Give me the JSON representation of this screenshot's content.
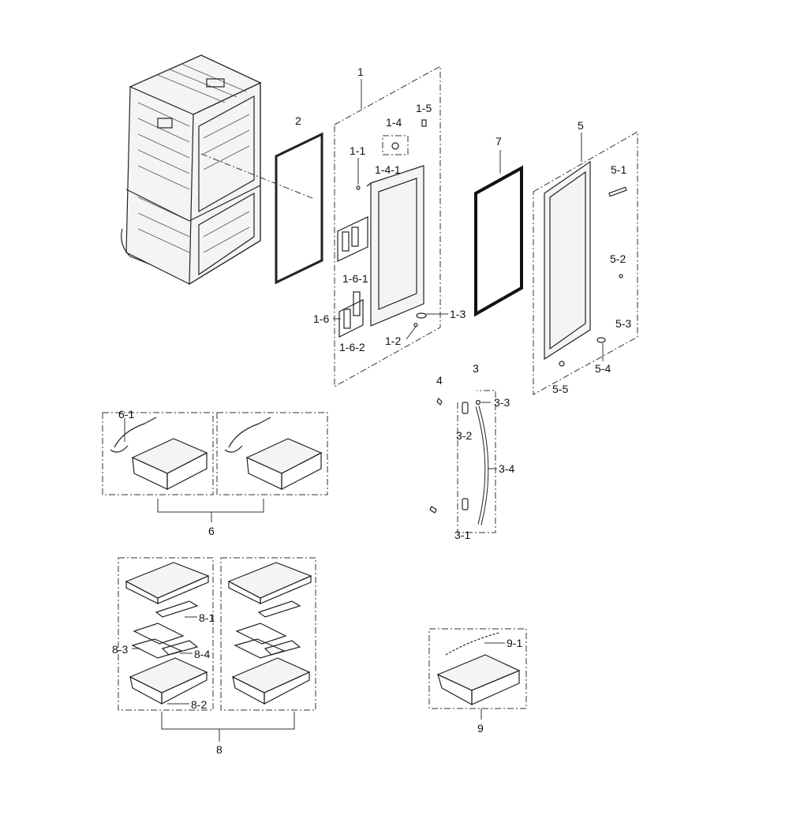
{
  "diagram": {
    "labels": {
      "l1": "1",
      "l1_1": "1-1",
      "l1_2": "1-2",
      "l1_3": "1-3",
      "l1_4": "1-4",
      "l1_4_1": "1-4-1",
      "l1_5": "1-5",
      "l1_6": "1-6",
      "l1_6_1": "1-6-1",
      "l1_6_2": "1-6-2",
      "l2": "2",
      "l3": "3",
      "l3_1": "3-1",
      "l3_2": "3-2",
      "l3_3": "3-3",
      "l3_4": "3-4",
      "l4": "4",
      "l5": "5",
      "l5_1": "5-1",
      "l5_2": "5-2",
      "l5_3": "5-3",
      "l5_4": "5-4",
      "l5_5": "5-5",
      "l6": "6",
      "l6_1": "6-1",
      "l7": "7",
      "l8": "8",
      "l8_1": "8-1",
      "l8_2": "8-2",
      "l8_3": "8-3",
      "l8_4": "8-4",
      "l9": "9",
      "l9_1": "9-1"
    }
  }
}
